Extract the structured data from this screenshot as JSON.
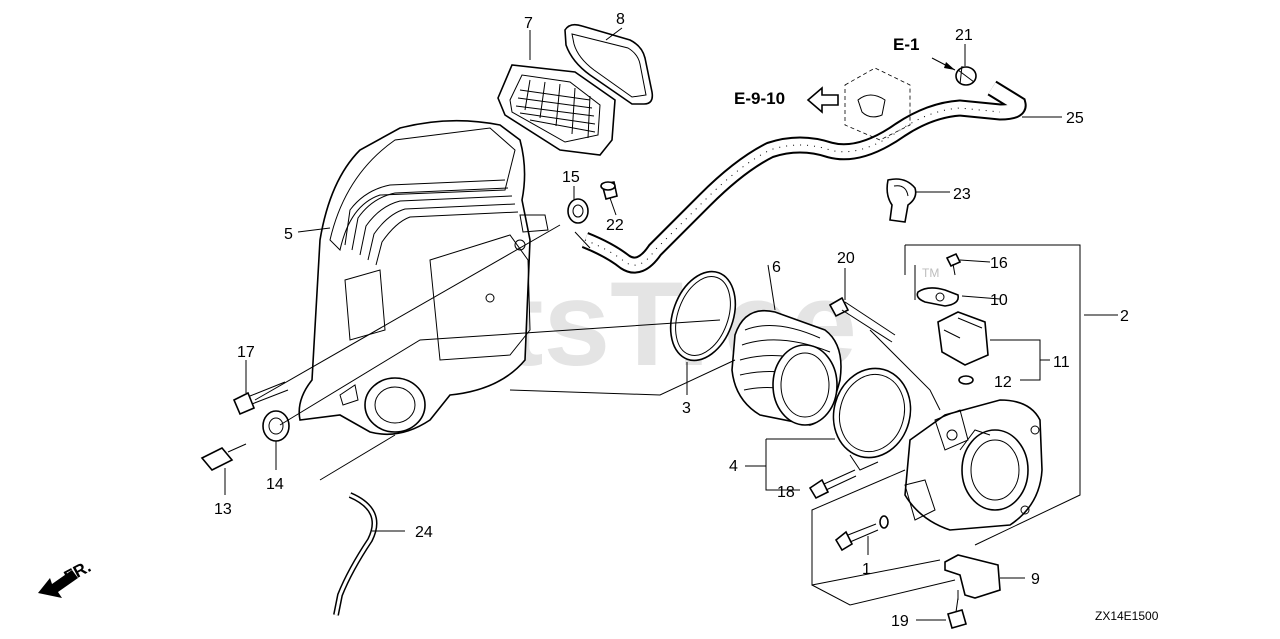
{
  "diagram": {
    "watermark": "PartsTree",
    "watermark_tm": "TM",
    "diagram_code": "ZX14E1500",
    "direction_label": "FR.",
    "reference_labels": {
      "e1": "E-1",
      "e910": "E-9-10"
    },
    "part_numbers": [
      "1",
      "2",
      "3",
      "4",
      "5",
      "6",
      "7",
      "8",
      "9",
      "10",
      "11",
      "12",
      "13",
      "14",
      "15",
      "16",
      "17",
      "18",
      "19",
      "20",
      "21",
      "22",
      "23",
      "24",
      "25"
    ]
  }
}
